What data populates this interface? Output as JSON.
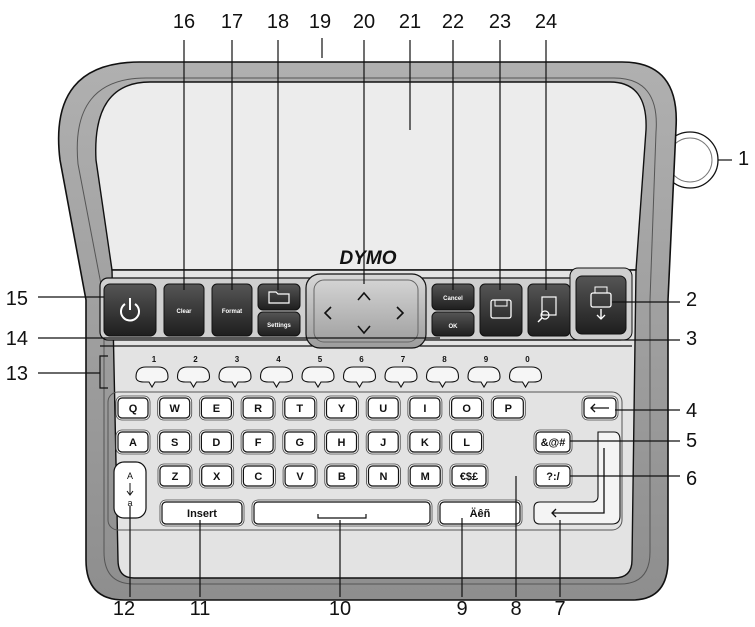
{
  "brand": "DYMO",
  "callouts": [
    "1",
    "2",
    "3",
    "4",
    "5",
    "6",
    "7",
    "8",
    "9",
    "10",
    "11",
    "12",
    "13",
    "14",
    "15",
    "16",
    "17",
    "18",
    "19",
    "20",
    "21",
    "22",
    "23",
    "24"
  ],
  "function_keys": {
    "clear": "Clear",
    "format": "Format",
    "settings": "Settings",
    "cancel": "Cancel",
    "ok": "OK"
  },
  "number_keys": [
    "1",
    "2",
    "3",
    "4",
    "5",
    "6",
    "7",
    "8",
    "9",
    "0"
  ],
  "keyboard": {
    "row1": [
      "Q",
      "W",
      "E",
      "R",
      "T",
      "Y",
      "U",
      "I",
      "O",
      "P"
    ],
    "row2": [
      "A",
      "S",
      "D",
      "F",
      "G",
      "H",
      "J",
      "K",
      "L"
    ],
    "row3": [
      "Z",
      "X",
      "C",
      "V",
      "B",
      "N",
      "M"
    ],
    "symbols_key": "&@#",
    "punct_key": "?:/",
    "currency_key": "€$£",
    "accent_key": "Äêñ",
    "insert_key": "Insert",
    "caps_upper": "A",
    "caps_lower": "a"
  },
  "colors": {
    "body": "#e6e6e6",
    "bezel": "#9a9a9a",
    "key_dark": "#3a3a3a"
  }
}
